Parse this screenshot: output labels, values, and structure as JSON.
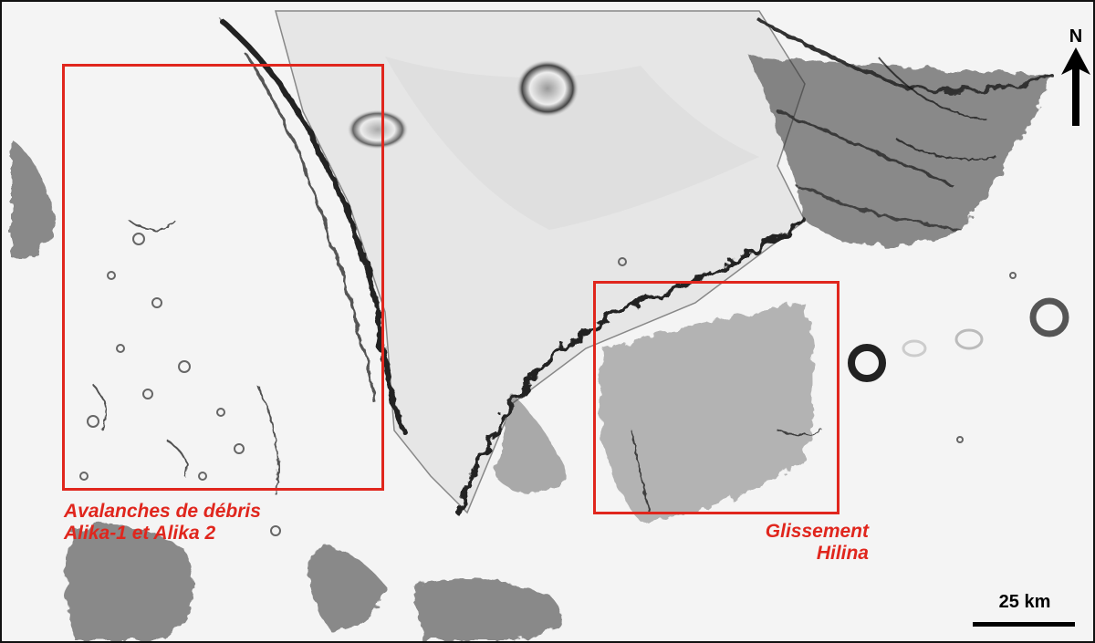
{
  "map": {
    "colors": {
      "box": "#e0261d",
      "label": "#e0261d",
      "terrain_dark": "#1a1a1a",
      "background": "#f4f4f4"
    },
    "zones": [
      {
        "label_lines": [
          "Avalanches de débris",
          "Alika-1 et Alika 2"
        ]
      },
      {
        "label_lines": [
          "Glissement",
          "Hilina"
        ]
      }
    ],
    "north_arrow": {
      "label": "N",
      "icon": "north-arrow-icon"
    },
    "scale_bar": {
      "label": "25 km"
    }
  }
}
